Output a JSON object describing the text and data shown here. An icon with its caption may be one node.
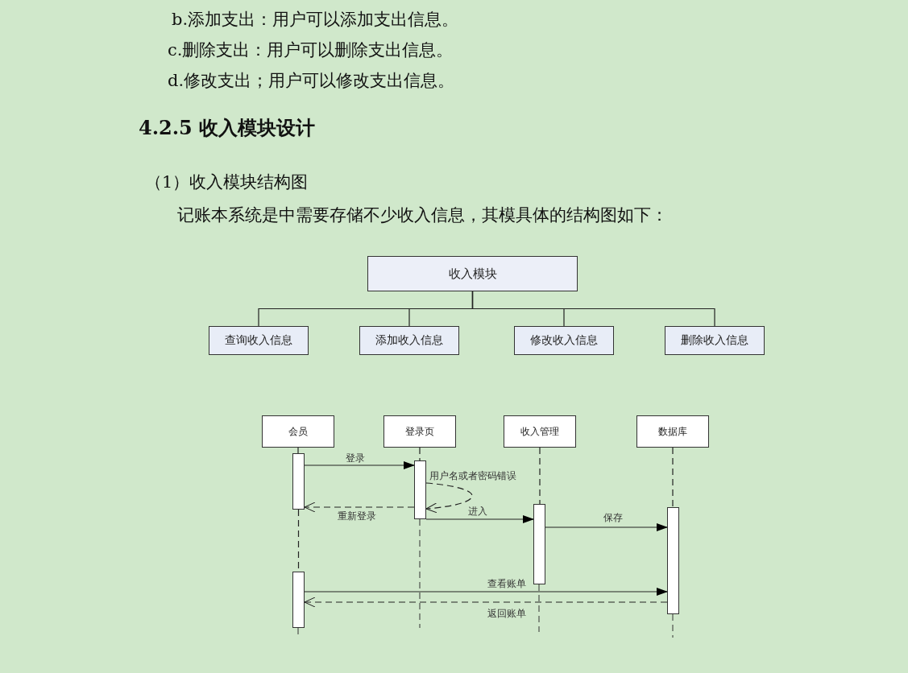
{
  "diagram": {
    "nodes": [
      {
        "text": [
          "收入模块"
        ]
      },
      {
        "text": [
          "查询收入信息"
        ]
      },
      {
        "text": [
          "添加收入信息"
        ]
      },
      {
        "text": [
          "修改收入信息"
        ]
      },
      {
        "text": [
          "删除收入信息"
        ]
      },
      {
        "text": [
          "会员"
        ]
      },
      {
        "text": [
          "登录页"
        ]
      },
      {
        "text": [
          "收入管理"
        ]
      },
      {
        "text": [
          "数据库"
        ]
      },
      {
        "text": [],
        "shape": "bar"
      },
      {
        "text": [],
        "shape": "bar"
      },
      {
        "text": [],
        "shape": "bar"
      },
      {
        "text": [],
        "shape": "bar"
      },
      {
        "text": [],
        "shape": "bar"
      }
    ],
    "edges": [
      {
        "from": 0,
        "to": 1,
        "arrow": "none"
      },
      {
        "from": 0,
        "to": 2,
        "arrow": "none"
      },
      {
        "from": 0,
        "to": 3,
        "arrow": "none"
      },
      {
        "from": 0,
        "to": 4,
        "arrow": "none"
      },
      {
        "from": 5,
        "to": 9,
        "arrow": "none",
        "style": "dashed"
      },
      {
        "from": 9,
        "to": 10,
        "arrow": "none",
        "style": "dashed"
      },
      {
        "from": 6,
        "to": 11,
        "arrow": "none",
        "style": "dashed"
      },
      {
        "from": 7,
        "to": 12,
        "arrow": "none",
        "style": "dashed"
      },
      {
        "from": 8,
        "to": 13,
        "arrow": "none",
        "style": "dashed"
      },
      {
        "from": 9,
        "to": 11,
        "arrow": "to",
        "label": "登录"
      },
      {
        "from": 11,
        "to": 11,
        "arrow": "to",
        "label": "用户名或者密码错误",
        "style": "dashed"
      },
      {
        "from": 11,
        "to": 9,
        "arrow": "to",
        "label": "重新登录",
        "style": "dashed"
      },
      {
        "from": 11,
        "to": 12,
        "arrow": "to",
        "label": "进入"
      },
      {
        "from": 12,
        "to": 13,
        "arrow": "to",
        "label": "保存"
      },
      {
        "from": 10,
        "to": 13,
        "arrow": "to",
        "label": "查看账单"
      },
      {
        "from": 13,
        "to": 10,
        "arrow": "to",
        "label": "返回账单",
        "style": "dashed"
      }
    ],
    "labels": [
      "b.添加支出：用户可以添加支出信息。",
      "c.删除支出：用户可以删除支出信息。",
      "d.修改支出；用户可以修改支出信息。",
      "4.2.5 收入模块设计",
      "（1）收入模块结构图",
      "记账本系统是中需要存储不少收入信息，其模具体的结构图如下："
    ]
  }
}
